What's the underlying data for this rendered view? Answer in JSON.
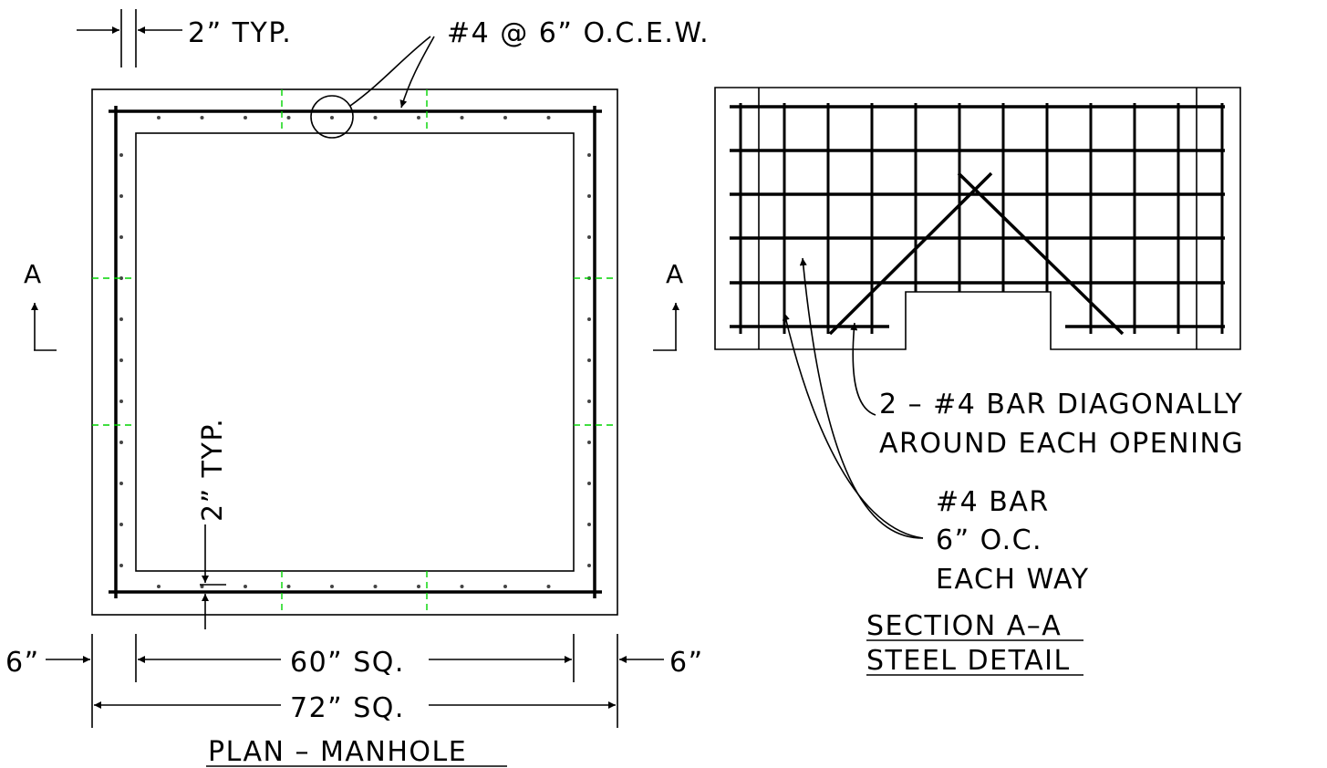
{
  "plan": {
    "title": "PLAN – MANHOLE",
    "rebar_callout": "#4 @ 6” O.C.E.W.",
    "cover_top": "2” TYP.",
    "cover_side": "2” TYP.",
    "dim_left_wall": "6”",
    "dim_right_wall": "6”",
    "dim_inside": "60” SQ.",
    "dim_outside": "72” SQ.",
    "section_mark_left": "A",
    "section_mark_right": "A"
  },
  "section": {
    "title_line1": "SECTION A–A",
    "title_line2": "STEEL DETAIL",
    "diag_note_line1": "2 – #4 BAR DIAGONALLY",
    "diag_note_line2": "AROUND EACH OPENING",
    "bar_note_line1": "#4 BAR",
    "bar_note_line2": "6” O.C.",
    "bar_note_line3": "EACH WAY"
  },
  "colors": {
    "linework": "#000000",
    "centerlines": "#00d400",
    "background": "#ffffff"
  }
}
